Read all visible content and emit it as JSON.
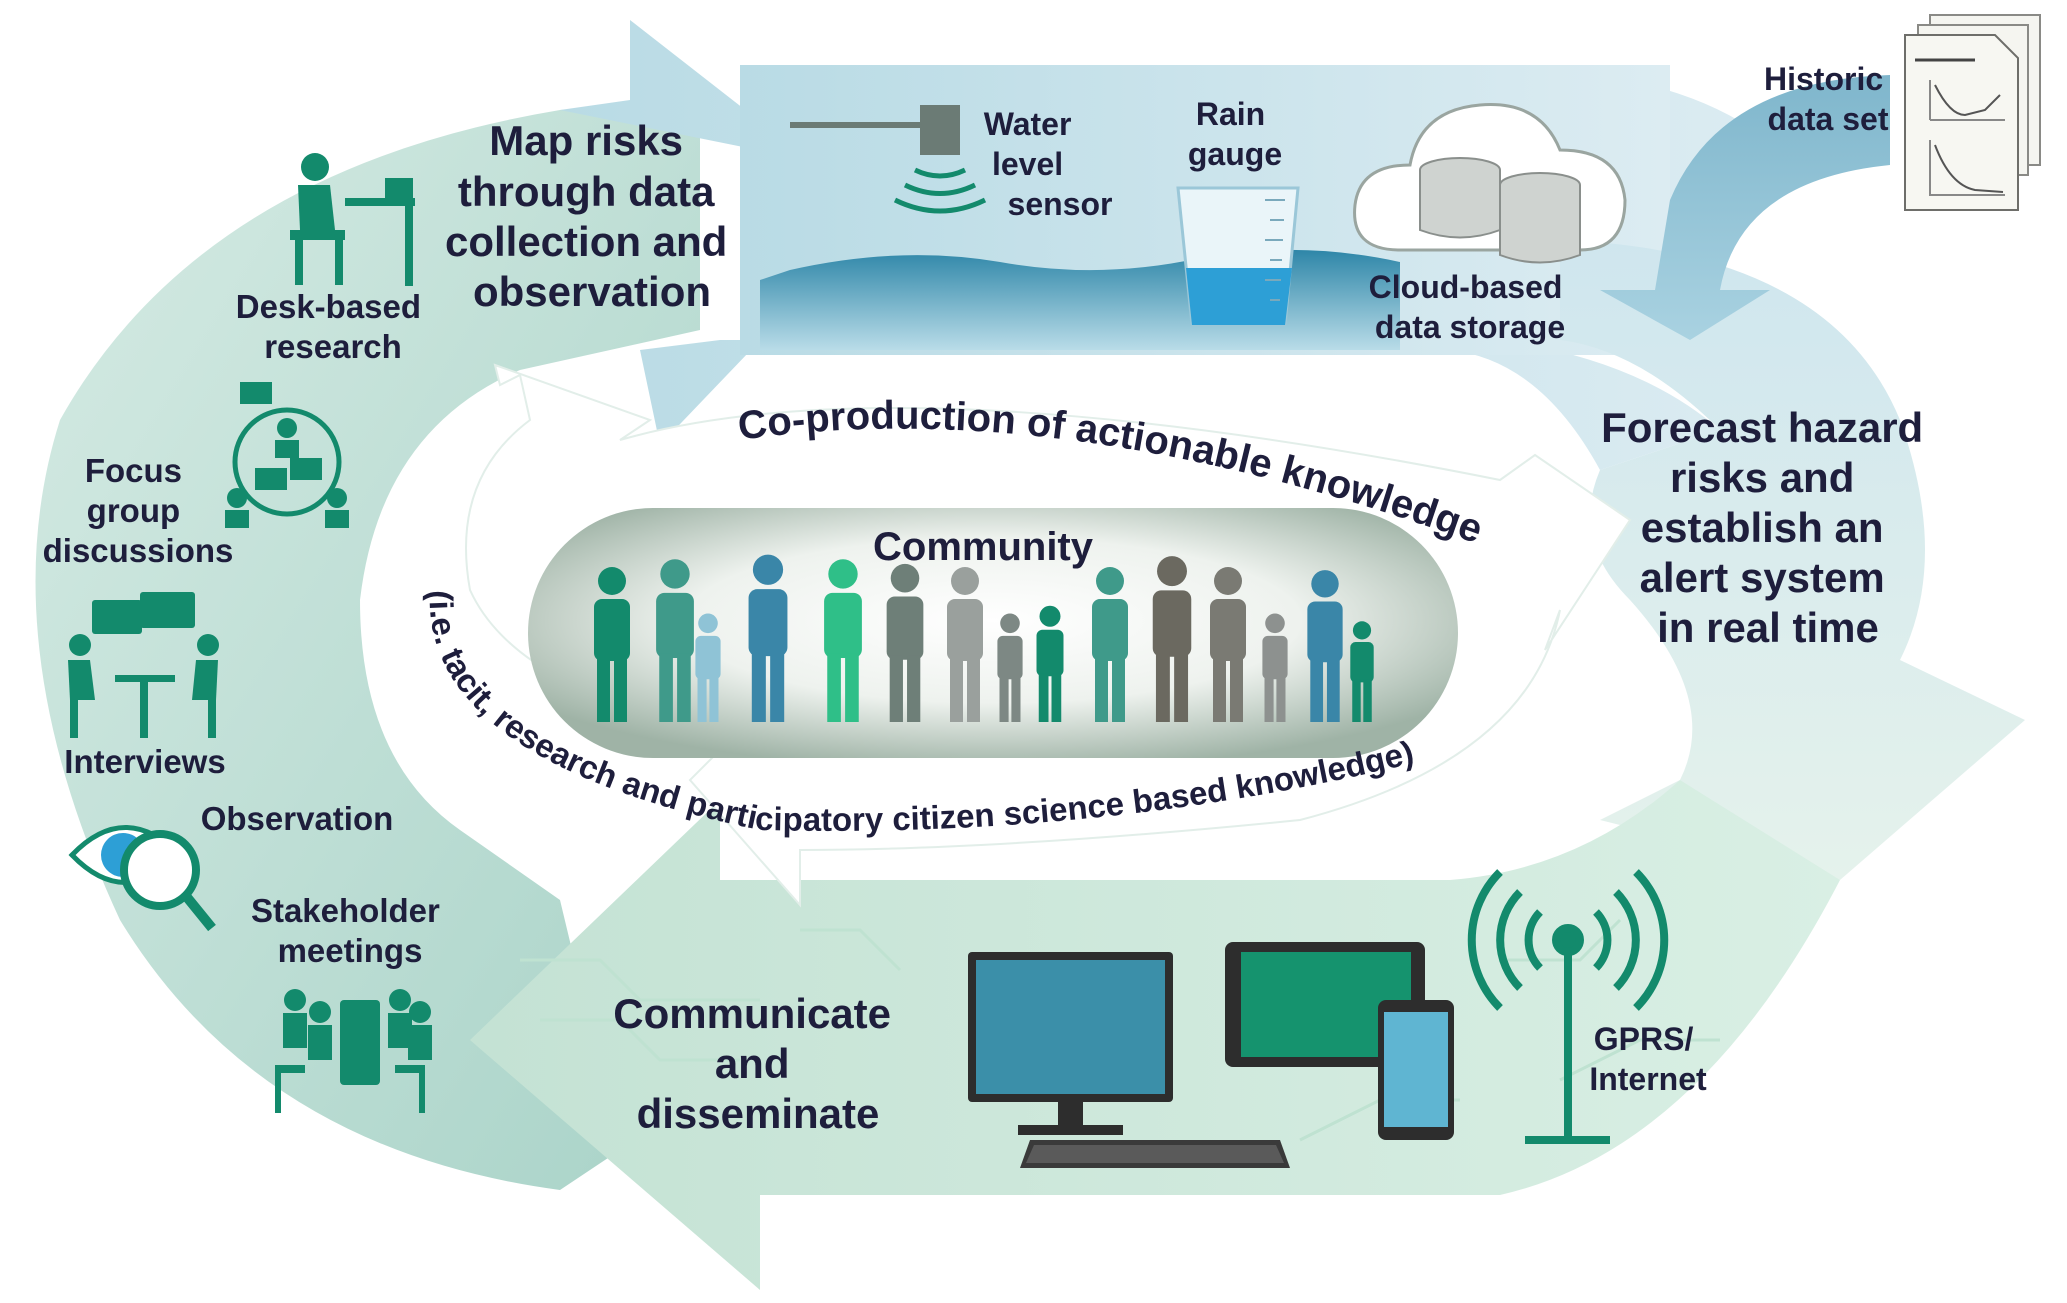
{
  "stages": {
    "map": [
      "Map risks",
      "through data",
      "collection and",
      "observation"
    ],
    "forecast": [
      "Forecast hazard",
      "risks and",
      "establish an",
      "alert system",
      "in real time"
    ],
    "communicate": [
      "Communicate",
      "and",
      "disseminate"
    ]
  },
  "methods": {
    "desk": [
      "Desk-based",
      "research"
    ],
    "focus": [
      "Focus",
      "group",
      "discussions"
    ],
    "interviews": "Interviews",
    "observation": "Observation",
    "stakeholder": [
      "Stakeholder",
      "meetings"
    ]
  },
  "instruments": {
    "water_level": [
      "Water",
      "level",
      "sensor"
    ],
    "rain_gauge": [
      "Rain",
      "gauge"
    ],
    "cloud": [
      "Cloud-based",
      "data storage"
    ],
    "historic": [
      "Historic",
      "data set"
    ],
    "gprs": [
      "GPRS/",
      "Internet"
    ]
  },
  "center": {
    "community": "Community",
    "coproduction": "Co-production of actionable knowledge",
    "knowledge_types": "(i.e. tacit, research and participatory citizen science based knowledge)"
  },
  "icons": [
    "person-at-desk-icon",
    "focus-group-icon",
    "interview-icon",
    "eye-magnifier-icon",
    "meeting-table-icon",
    "water-level-sensor-icon",
    "rain-gauge-icon",
    "cloud-database-icon",
    "historic-data-document-icon",
    "desktop-computer-icon",
    "tablet-icon",
    "smartphone-icon",
    "antenna-icon",
    "community-people-icon"
  ],
  "colors": {
    "teal_dark": "#138a6c",
    "teal_mid": "#3f9a8a",
    "blue_icon": "#3a8fb0",
    "text_dark": "#1e1e3c",
    "blue_band": "#a9d2e1",
    "green_band": "#d7ede3"
  }
}
